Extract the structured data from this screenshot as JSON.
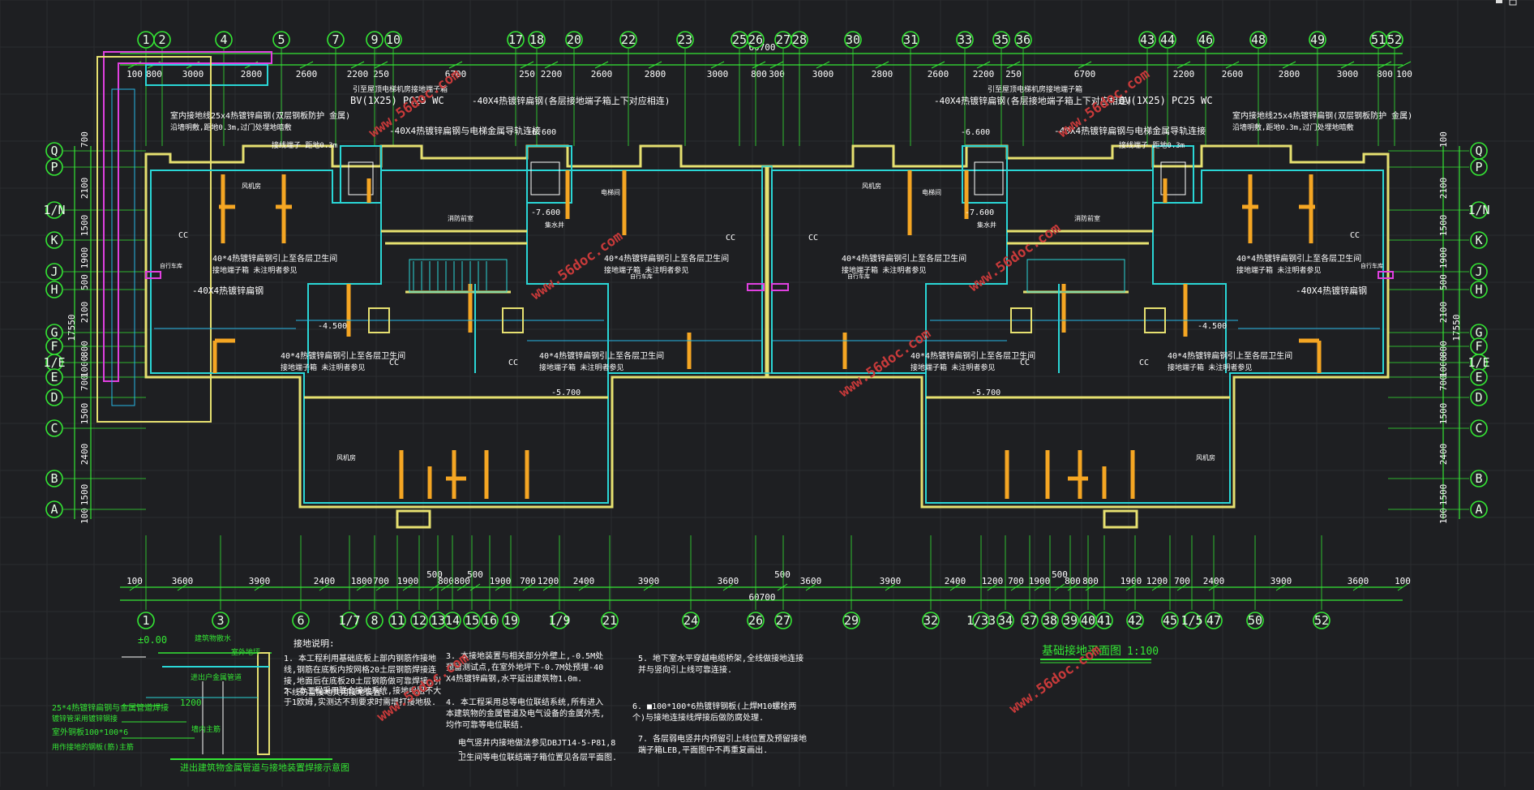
{
  "colors": {
    "background": "#1e1f22",
    "dimension": "#34e634",
    "wall": "#e6e070",
    "cyan": "#2ad6d6",
    "orange": "#f5a623",
    "magenta": "#e040e0",
    "watermark": "#c83a3a"
  },
  "watermark_text": "www.56doc.com",
  "top_axes": [
    "1",
    "2",
    "4",
    "5",
    "7",
    "9",
    "10",
    "17",
    "18",
    "20",
    "22",
    "23",
    "25",
    "26",
    "27",
    "28",
    "30",
    "31",
    "33",
    "35",
    "36",
    "43",
    "44",
    "46",
    "48",
    "49",
    "51",
    "52"
  ],
  "bottom_axes": [
    "1",
    "3",
    "6",
    "1/7",
    "8",
    "11",
    "12",
    "13",
    "14",
    "15",
    "16",
    "19",
    "1/9",
    "21",
    "24",
    "26",
    "27",
    "29",
    "32",
    "1/33",
    "34",
    "37",
    "38",
    "39",
    "40",
    "41",
    "42",
    "45",
    "1/5",
    "47",
    "50",
    "52"
  ],
  "left_axes": [
    "Q",
    "P",
    "1/N",
    "K",
    "J",
    "H",
    "G",
    "F",
    "1/E",
    "E",
    "D",
    "C",
    "B",
    "A"
  ],
  "right_axes": [
    "Q",
    "P",
    "1/N",
    "K",
    "J",
    "H",
    "G",
    "F",
    "1/E",
    "E",
    "D",
    "C",
    "B",
    "A"
  ],
  "top_dims": [
    "100",
    "800",
    "3000",
    "2800",
    "2600",
    "2200",
    "250",
    "6700",
    "250",
    "2200",
    "2600",
    "2800",
    "3000",
    "800",
    "300",
    "3000",
    "2800",
    "2600",
    "2200",
    "250",
    "6700",
    "2200",
    "2600",
    "2800",
    "3000",
    "800",
    "100"
  ],
  "top_total": "60700",
  "bottom_dims": [
    "100",
    "3600",
    "3900",
    "2400",
    "1800",
    "700",
    "1900",
    "500",
    "800",
    "800",
    "500",
    "1900",
    "700",
    "1200",
    "2400",
    "3900",
    "3600",
    "500",
    "3600",
    "3900",
    "2400",
    "1200",
    "700",
    "1900",
    "500",
    "800",
    "800",
    "1900",
    "1200",
    "700",
    "2400",
    "3900",
    "3600",
    "100"
  ],
  "bottom_total": "60700",
  "left_dims": [
    "700",
    "2100",
    "1500",
    "1900",
    "500",
    "2100",
    "17550",
    "800",
    "1000",
    "700",
    "1500",
    "2400",
    "1500",
    "100"
  ],
  "right_dims": [
    "100",
    "2100",
    "1500",
    "1900",
    "500",
    "2100",
    "17550",
    "800",
    "1000",
    "700",
    "1500",
    "2400",
    "1500",
    "100"
  ],
  "plan_annotations": [
    "室内接地线25x4热镀锌扁钢(双层钢板防护 金属)",
    "沿墙明敷,距地0.3m,过门处埋地暗敷",
    "接线端子 距地0.3m",
    "BV(1X25) PC25 WC",
    "引至屋顶电梯机房接地端子箱",
    "-40X4热镀锌扁钢(各层接地端子箱上下对应相连)",
    "-40X4热镀锌扁钢与电梯金属导轨连接",
    "-6.600",
    "-7.600",
    "-4.500",
    "-5.700",
    "40*4热镀锌扁钢引上至各层卫生间",
    "接地端子箱 未注明者参见",
    "-40X4热镀锌扁钢",
    "CC",
    "风机房",
    "电梯间",
    "消防前室",
    "集水井",
    "自行车库"
  ],
  "detail_labels": [
    "±0.00",
    "建筑物散水",
    "室外地坪",
    "进出户金属管道",
    "1200",
    "25*4热镀锌扁钢与金属管道焊接",
    "镀锌管采用镀锌钢接",
    "室外铜板100*100*6",
    "用作接地的钢板(筋)主筋",
    "墙内主筋"
  ],
  "detail_caption": "进出建筑物金属管道与接地装置焊接示意图",
  "title": "基础接地平面图",
  "scale": "1:100",
  "notes_title": "接地说明:",
  "notes": [
    "1. 本工程利用基础底板上部内钢筋作接地线,钢筋在底板内按网格20土层钢筋焊接连接,地面后在底板20土层钢筋做可靠焊接,引下线防雷接地共用接地装置.",
    "2. 本工程采用联合接地系统,接地电阻不大于1欧姆,实测达不到要求时需增打接地极.",
    "3. 本接地装置与相关部分外壁上,-0.5M处预留测试点,在室外地坪下-0.7M处预埋-40X4热镀锌扁钢,水平延出建筑物1.0m.",
    "4. 本工程采用总等电位联结系统,所有进入本建筑物的金属管道及电气设备的金属外壳,均作可靠等电位联结.",
    "电气竖井内接地做法参见DBJT14-5-P81,82.",
    "卫生间等电位联结端子箱位置见各层平面图.",
    "5. 地下室水平穿越电缆桥架,全线做接地连接并与竖向引上线可靠连接.",
    "6. ■100*100*6热镀锌钢板(上焊M10螺栓两个)与接地连接线焊接后做防腐处理.",
    "7. 各层弱电竖井内预留引上线位置及预留接地端子箱LEB,平面图中不再重复画出."
  ]
}
